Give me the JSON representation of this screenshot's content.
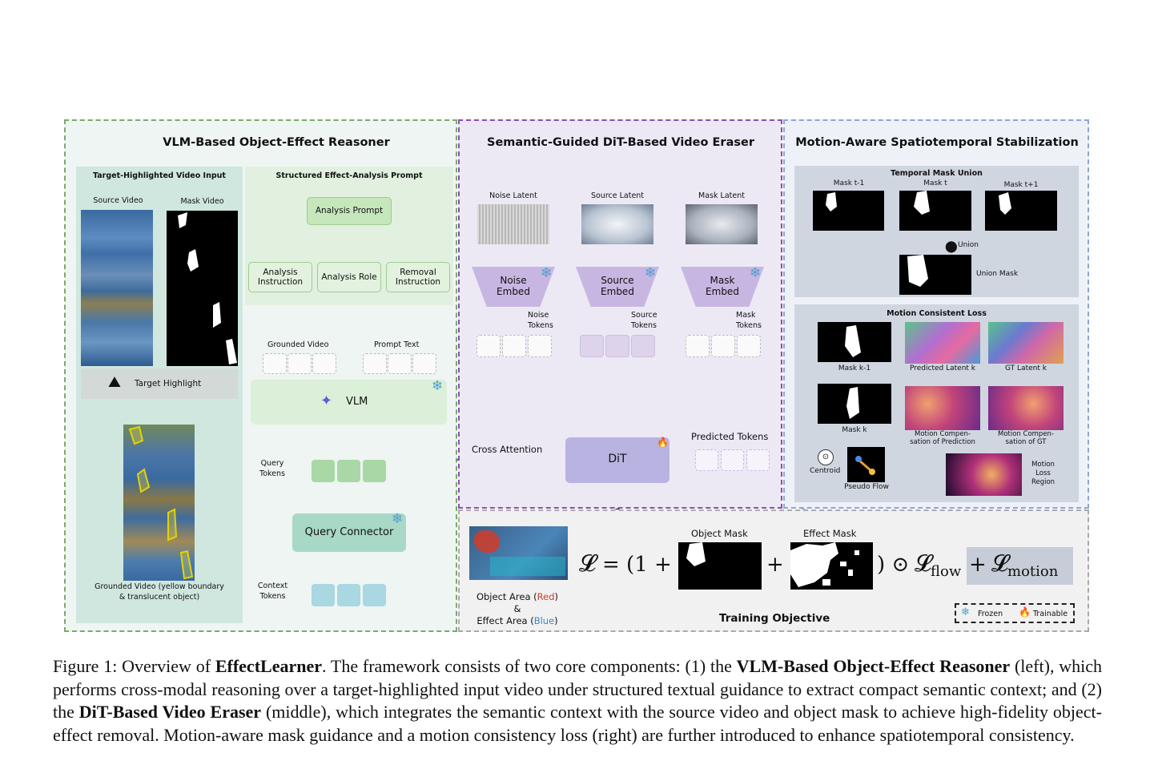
{
  "panels": {
    "reasoner": {
      "title": "VLM-Based Object-Effect Reasoner",
      "input_title": "Target-Highlighted Video Input",
      "source_video": "Source Video",
      "mask_video": "Mask Video",
      "target_highlight": "Target Highlight",
      "grounded_caption_line1": "Grounded Video (yellow boundary",
      "grounded_caption_line2": "& translucent object)",
      "prompt_title": "Structured Effect-Analysis Prompt",
      "analysis_prompt": "Analysis Prompt",
      "analysis_instruction_line1": "Analysis",
      "analysis_instruction_line2": "Instruction",
      "analysis_role": "Analysis Role",
      "removal_instruction_line1": "Removal",
      "removal_instruction_line2": "Instruction",
      "grounded_video_tokens": "Grounded Video",
      "prompt_text_tokens": "Prompt Text",
      "vlm": "VLM",
      "query_tokens_line1": "Query",
      "query_tokens_line2": "Tokens",
      "query_connector": "Query Connector",
      "context_tokens_line1": "Context",
      "context_tokens_line2": "Tokens"
    },
    "eraser": {
      "title": "Semantic-Guided DiT-Based Video Eraser",
      "noise_latent": "Noise Latent",
      "source_latent": "Source Latent",
      "mask_latent": "Mask Latent",
      "noise_embed_line1": "Noise",
      "noise_embed_line2": "Embed",
      "source_embed_line1": "Source",
      "source_embed_line2": "Embed",
      "mask_embed_line1": "Mask",
      "mask_embed_line2": "Embed",
      "noise_tokens_line1": "Noise",
      "noise_tokens_line2": "Tokens",
      "source_tokens_line1": "Source",
      "source_tokens_line2": "Tokens",
      "mask_tokens_line1": "Mask",
      "mask_tokens_line2": "Tokens",
      "cross_attention": "Cross Attention",
      "dit": "DiT",
      "predicted_tokens": "Predicted Tokens"
    },
    "stabilization": {
      "title": "Motion-Aware Spatiotemporal Stabilization",
      "temporal_mask_union": "Temporal Mask Union",
      "mask_t_minus_1": "Mask t-1",
      "mask_t": "Mask t",
      "mask_t_plus_1": "Mask t+1",
      "union": "Union",
      "union_mask": "Union Mask",
      "motion_consistent_loss": "Motion Consistent Loss",
      "mask_k_minus_1": "Mask k-1",
      "predicted_latent_k": "Predicted Latent k",
      "gt_latent_k": "GT Latent k",
      "mask_k": "Mask k",
      "motion_comp_pred_line1": "Motion Compen-",
      "motion_comp_pred_line2": "sation of Prediction",
      "motion_comp_gt_line1": "Motion Compen-",
      "motion_comp_gt_line2": "sation of GT",
      "centroid": "Centroid",
      "pseudo_flow": "Pseudo Flow",
      "motion_loss_line1": "Motion",
      "motion_loss_line2": "Loss",
      "motion_loss_line3": "Region"
    },
    "objective": {
      "object_area_prefix": "Object Area (",
      "object_area_color": "Red",
      "effect_area_prefix": "Effect Area (",
      "effect_area_color": "Blue",
      "area_suffix": ")",
      "ampersand": "&",
      "object_mask": "Object Mask",
      "effect_mask": "Effect Mask",
      "training_objective": "Training Objective",
      "legend_frozen": "Frozen",
      "legend_trainable": "Trainable",
      "formula_L": "𝓛",
      "formula_eq_open": "= (1 +",
      "formula_plus": "+",
      "formula_close_odot": ") ⊙",
      "formula_flow_sub": "flow",
      "formula_motion_plus": "+",
      "formula_motion_sub": "motion"
    }
  },
  "caption": {
    "lead": "Figure 1: Overview of ",
    "name": "EffectLearner",
    "t1": ". The framework consists of two core components: (1) the ",
    "b1": "VLM-Based Object-Effect Reasoner",
    "t2": " (left), which performs cross-modal reasoning over a target-highlighted input video under structured textual guidance to extract compact semantic context; and (2) the ",
    "b2": "DiT-Based Video Eraser",
    "t3": " (middle), which integrates the semantic context with the source video and object mask to achieve high-fidelity object-effect removal. Motion-aware mask guidance and a motion consistency loss (right) are further introduced to enhance spatiotemporal consistency."
  },
  "colors": {
    "reasoner_border": "#7aaa6a",
    "eraser_border": "#8a4fb0",
    "stabilization_border": "#8da6d6",
    "dit_fill": "#b8b3e0",
    "query_connector_fill": "#a8d8c6",
    "red_label": "#d03a2c",
    "blue_label": "#3a86c8"
  }
}
